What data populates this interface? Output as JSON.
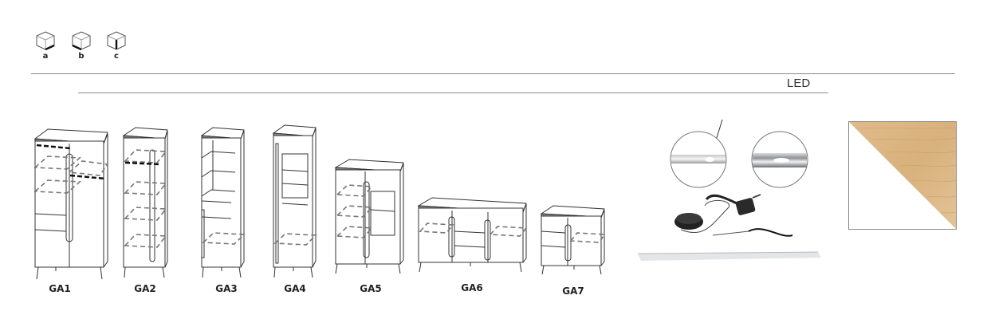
{
  "orientation_icons": [
    {
      "label": "a",
      "icon": "cube-icon-edge-bottom-right"
    },
    {
      "label": "b",
      "icon": "cube-icon-edge-bottom-left"
    },
    {
      "label": "c",
      "icon": "cube-icon-edge-vertical"
    }
  ],
  "led_section": {
    "title": "LED"
  },
  "furniture_items": [
    {
      "code": "GA1",
      "type": "two-door wardrobe with shelves"
    },
    {
      "code": "GA2",
      "type": "tall single-door cabinet"
    },
    {
      "code": "GA3",
      "type": "tall open shelf cabinet"
    },
    {
      "code": "GA4",
      "type": "tall glass display cabinet"
    },
    {
      "code": "GA5",
      "type": "two-door display cabinet"
    },
    {
      "code": "GA6",
      "type": "sideboard"
    },
    {
      "code": "GA7",
      "type": "small chest of drawers"
    }
  ],
  "accessories": {
    "led_kit": "led-lighting-kit-photo"
  },
  "finish_swatch": {
    "colors": {
      "white": "#ffffff",
      "oak": "#d9b583"
    }
  },
  "colors": {
    "line": "#8a8a8a",
    "drawing": "#333333",
    "dashed": "#777777",
    "oak": "#d9b583"
  }
}
